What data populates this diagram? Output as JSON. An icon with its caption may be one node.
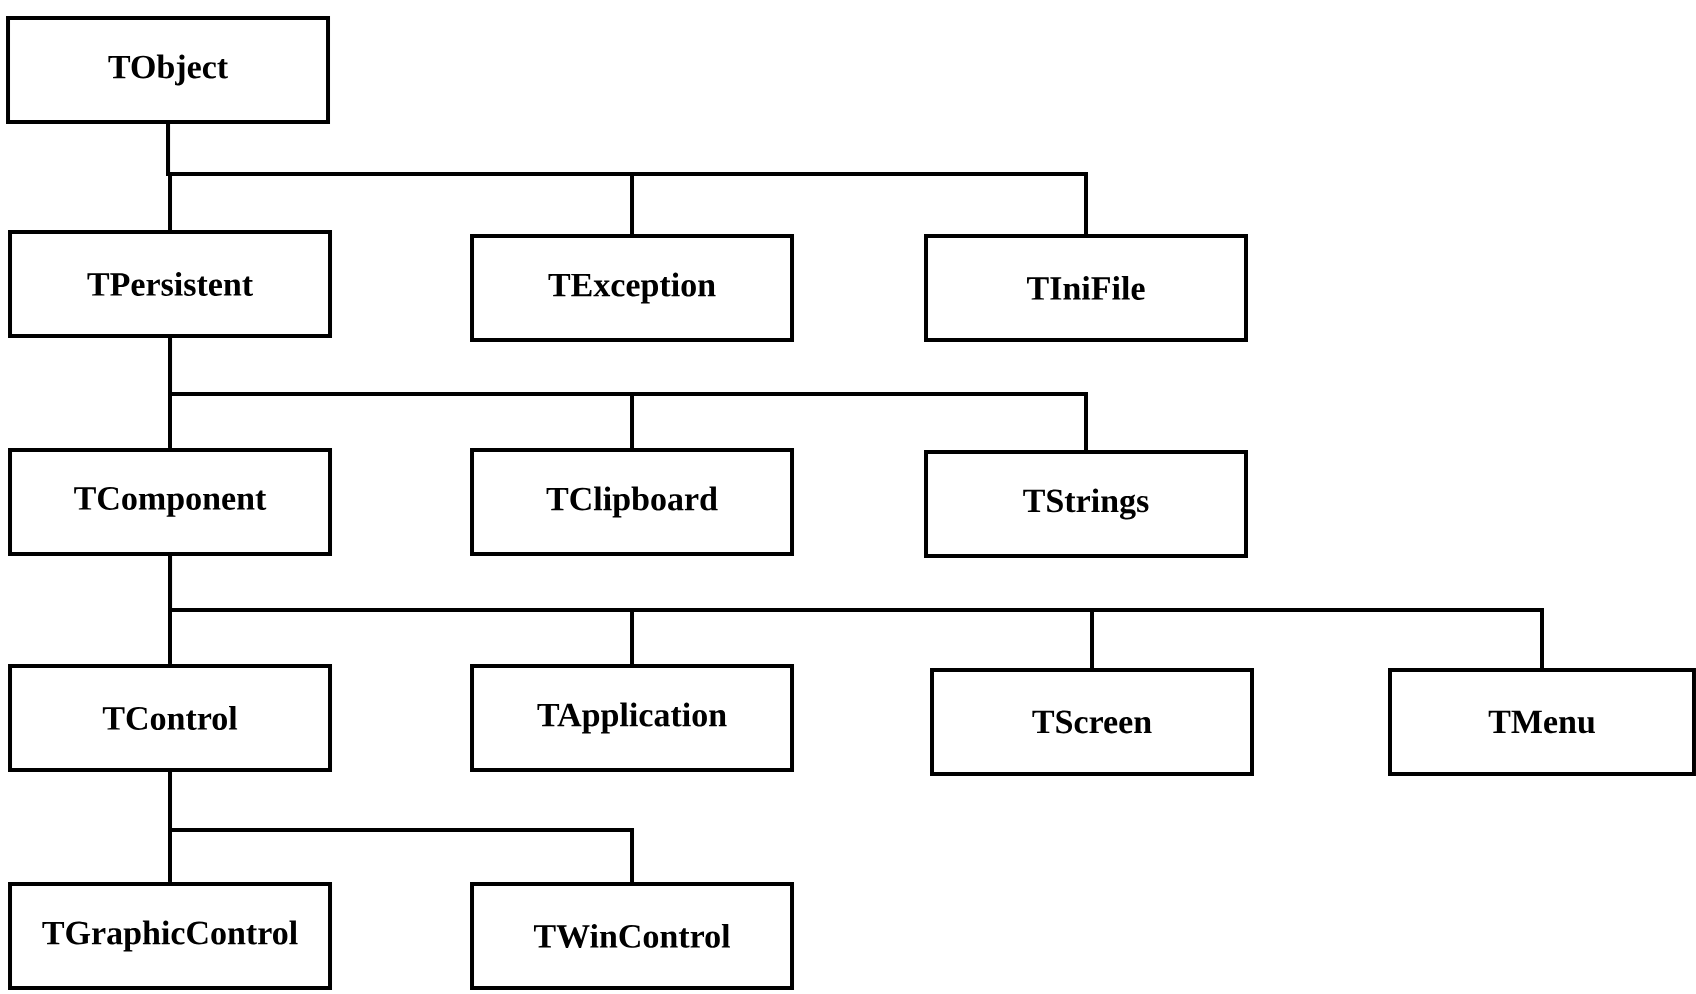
{
  "diagram": {
    "nodes": [
      {
        "text": [
          "TObject"
        ]
      },
      {
        "text": [
          "TPersistent"
        ]
      },
      {
        "text": [
          "TException"
        ]
      },
      {
        "text": [
          "TIniFile"
        ]
      },
      {
        "text": [
          "TComponent"
        ]
      },
      {
        "text": [
          "TClipboard"
        ]
      },
      {
        "text": [
          "TStrings"
        ]
      },
      {
        "text": [
          "TControl"
        ]
      },
      {
        "text": [
          "TApplication"
        ]
      },
      {
        "text": [
          "TScreen"
        ]
      },
      {
        "text": [
          "TMenu"
        ]
      },
      {
        "text": [
          "TGraphicControl"
        ]
      },
      {
        "text": [
          "TWinControl"
        ]
      }
    ],
    "edges": [
      {
        "from": 0,
        "to": 1,
        "arrow": "none"
      },
      {
        "from": 0,
        "to": 2,
        "arrow": "none"
      },
      {
        "from": 0,
        "to": 3,
        "arrow": "none"
      },
      {
        "from": 1,
        "to": 4,
        "arrow": "none"
      },
      {
        "from": 1,
        "to": 5,
        "arrow": "none"
      },
      {
        "from": 1,
        "to": 6,
        "arrow": "none"
      },
      {
        "from": 4,
        "to": 7,
        "arrow": "none"
      },
      {
        "from": 4,
        "to": 8,
        "arrow": "none"
      },
      {
        "from": 4,
        "to": 9,
        "arrow": "none"
      },
      {
        "from": 4,
        "to": 10,
        "arrow": "none"
      },
      {
        "from": 7,
        "to": 11,
        "arrow": "none"
      },
      {
        "from": 7,
        "to": 12,
        "arrow": "none"
      }
    ]
  }
}
